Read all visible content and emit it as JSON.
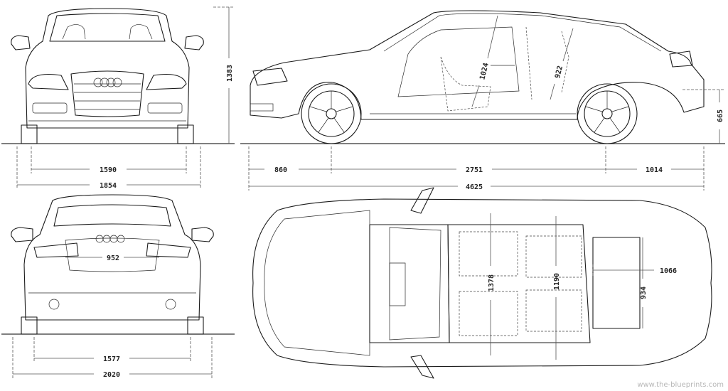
{
  "dimensions": {
    "front_track": "1590",
    "front_width": "1854",
    "height": "1383",
    "front_overhang": "860",
    "wheelbase": "2751",
    "rear_overhang": "1014",
    "length": "4625",
    "boot_opening_height": "665",
    "front_seat_height": "1024",
    "rear_seat_height": "922",
    "boot_opening_width": "952",
    "rear_track": "1577",
    "mirror_width": "2020",
    "front_interior_width": "1378",
    "rear_interior_width": "1190",
    "boot_width": "934",
    "boot_length": "1066"
  },
  "watermark": "www.the-blueprints.com",
  "colors": {
    "line": "#1b1b1b",
    "dimension": "#555555",
    "background": "#ffffff"
  }
}
